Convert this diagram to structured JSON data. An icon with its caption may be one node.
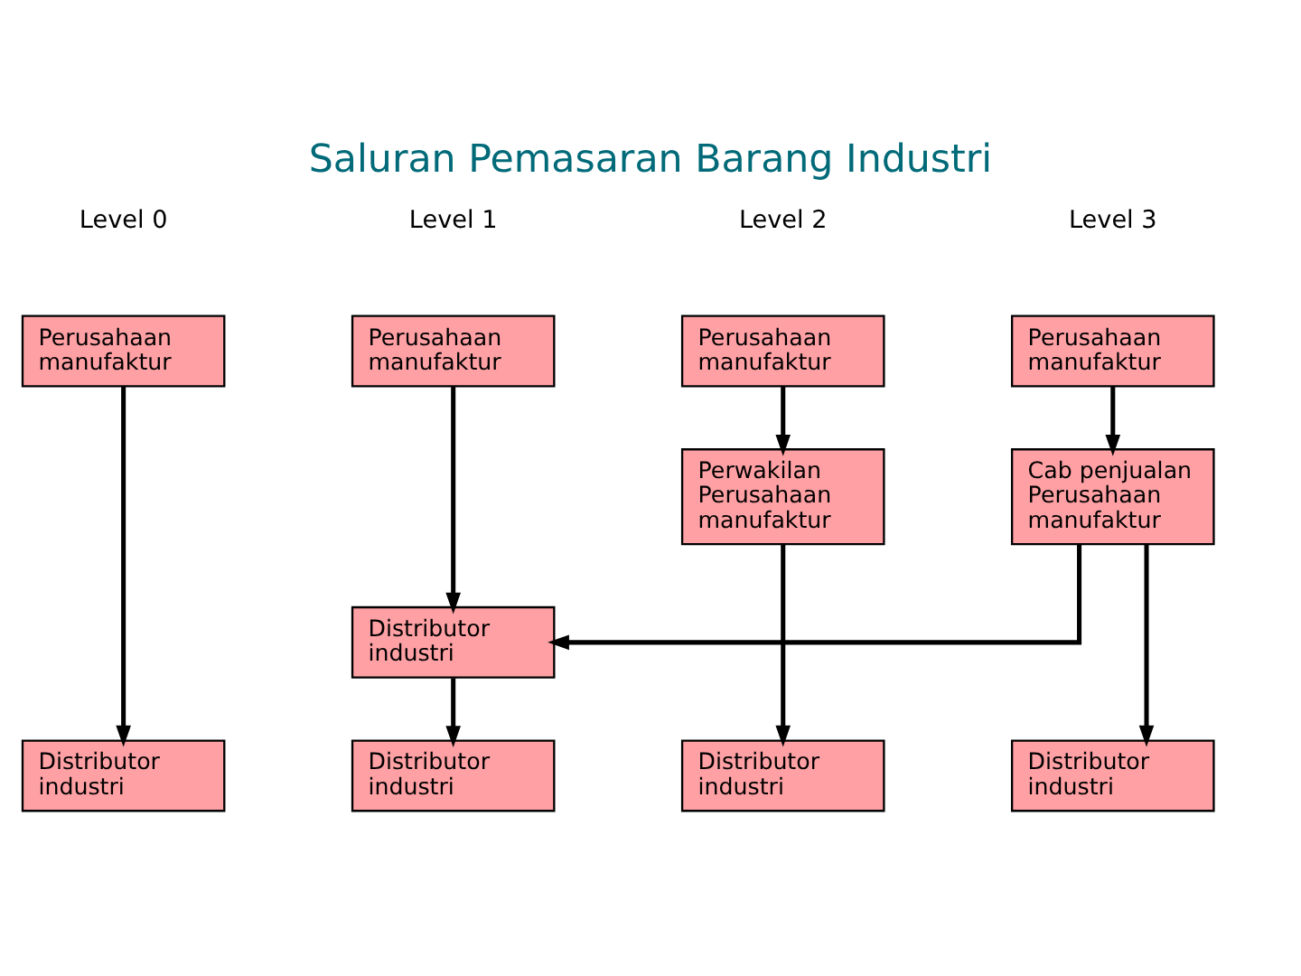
{
  "diagram": {
    "title": "Saluran Pemasaran Barang Industri",
    "nodes": [
      {
        "text": [
          "Perusahaan manufaktur"
        ]
      },
      {
        "text": [
          "Perusahaan manufaktur"
        ]
      },
      {
        "text": [
          "Perusahaan manufaktur"
        ]
      },
      {
        "text": [
          "Perusahaan manufaktur"
        ]
      },
      {
        "text": [
          "Perwakilan Perusahaan manufaktur"
        ]
      },
      {
        "text": [
          "Cab penjualan Perusahaan manufaktur"
        ]
      },
      {
        "text": [
          "Distributor industri"
        ]
      },
      {
        "text": [
          "Distributor industri"
        ]
      },
      {
        "text": [
          "Distributor industri"
        ]
      },
      {
        "text": [
          "Distributor industri"
        ]
      },
      {
        "text": [
          "Distributor industri"
        ]
      }
    ],
    "edges": [
      {
        "from": 0,
        "to": 7,
        "arrow": "to"
      },
      {
        "from": 1,
        "to": 6,
        "arrow": "to"
      },
      {
        "from": 2,
        "to": 4,
        "arrow": "to"
      },
      {
        "from": 3,
        "to": 5,
        "arrow": "to"
      },
      {
        "from": 5,
        "to": 6,
        "arrow": "to"
      },
      {
        "from": 4,
        "to": 9,
        "arrow": "to"
      },
      {
        "from": 5,
        "to": 10,
        "arrow": "to"
      },
      {
        "from": 6,
        "to": 8,
        "arrow": "to"
      }
    ],
    "labels": [
      "Level 0",
      "Level 1",
      "Level 2",
      "Level 3"
    ]
  }
}
